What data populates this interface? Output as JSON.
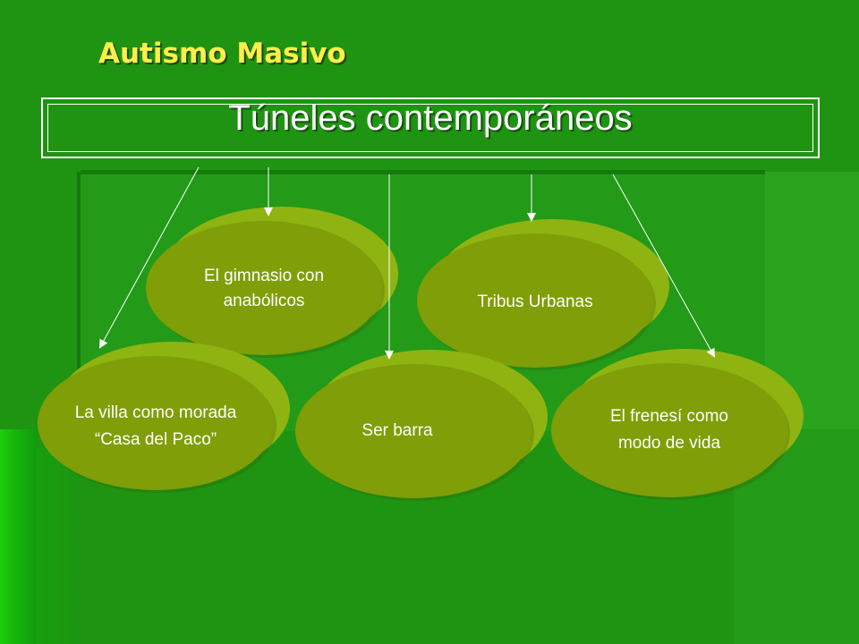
{
  "slide": {
    "heading": "Autismo Masivo",
    "title": "Túneles contemporáneos"
  },
  "nodes": {
    "gimnasio": {
      "line1": "El gimnasio con",
      "line2": "anabólicos"
    },
    "tribus": {
      "line1": "Tribus Urbanas"
    },
    "villa": {
      "line1": "La villa como morada",
      "line2": "“Casa del Paco”"
    },
    "barra": {
      "line1": "Ser barra"
    },
    "frenesi": {
      "line1": "El frenesí como",
      "line2": "modo de vida"
    }
  },
  "colors": {
    "background": "#1e9412",
    "heading": "#ffee4a",
    "ellipse_front": "#7f9e08",
    "ellipse_back": "#8fb412",
    "text": "#ffffff"
  }
}
